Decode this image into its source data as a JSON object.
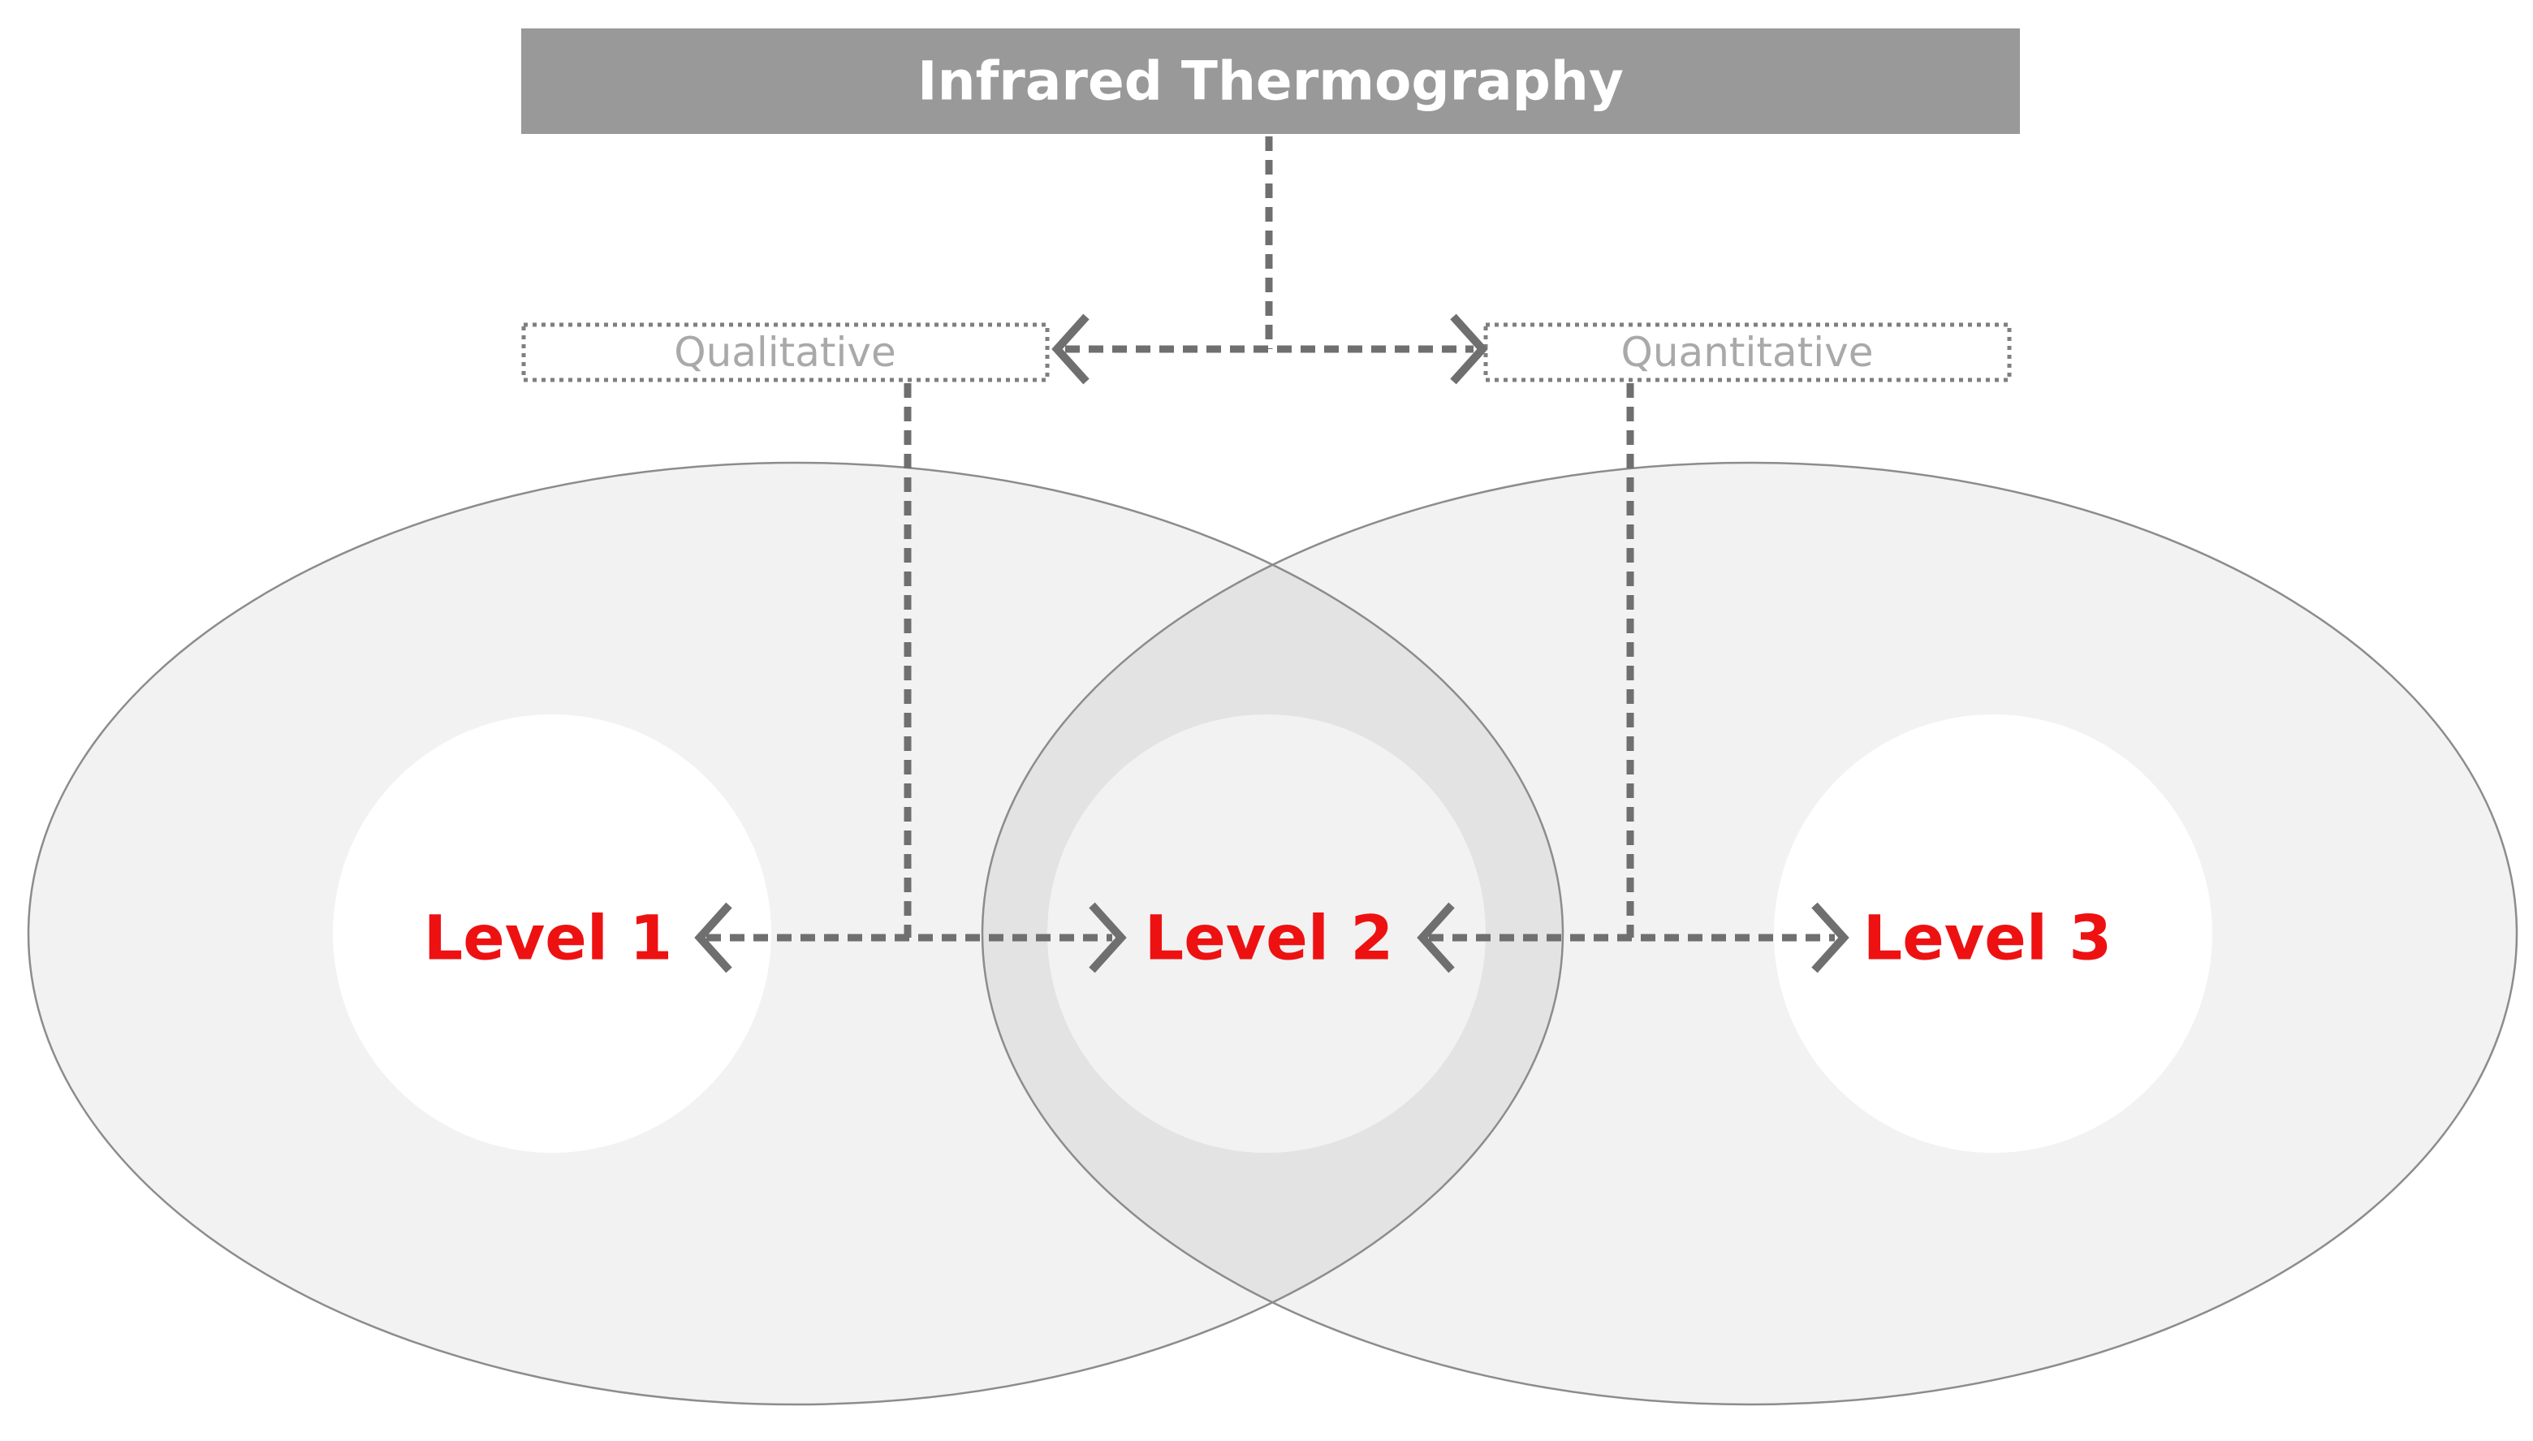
{
  "title": "Infrared Thermography",
  "branches": {
    "left": "Qualitative",
    "right": "Quantitative"
  },
  "levels": [
    "Level 1",
    "Level 2",
    "Level 3"
  ],
  "colors": {
    "title_bar": "#999999",
    "title_text": "#ffffff",
    "branch_text": "#a9a9a9",
    "level_text": "#ee1111",
    "ellipse_fill": "#f2f2f2",
    "overlap_fill": "#e3e3e3",
    "connector": "#6f6f6f"
  }
}
